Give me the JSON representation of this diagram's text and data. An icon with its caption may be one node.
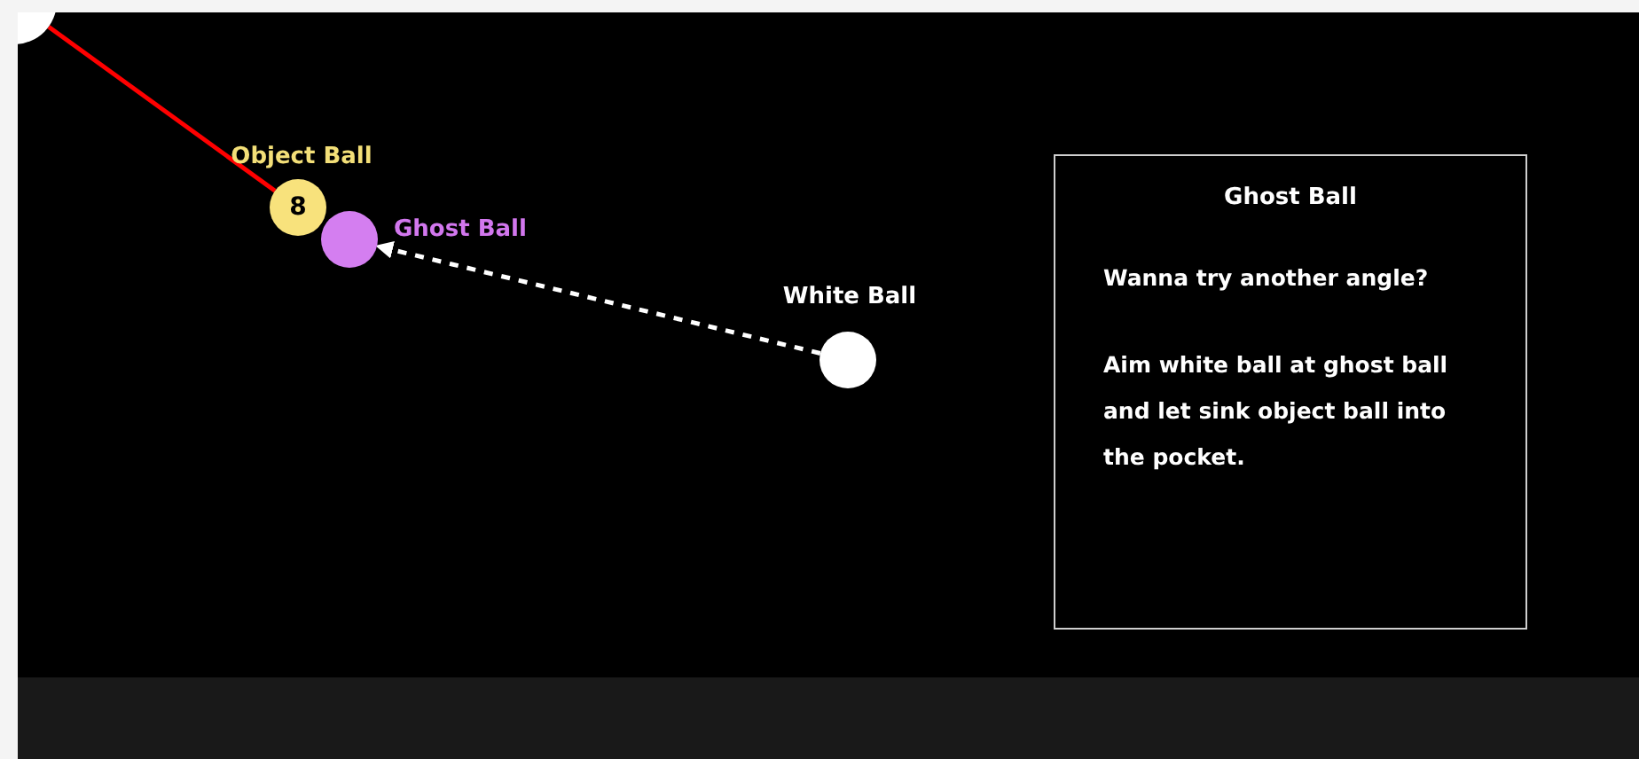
{
  "diagram": {
    "nodes": [
      {
        "text": [],
        "shape": "circle"
      },
      {
        "text": [
          "8"
        ],
        "beside": [
          "Object Ball"
        ]
      },
      {
        "text": [],
        "shape": "circle",
        "beside": [
          "Ghost Ball"
        ]
      },
      {
        "text": [],
        "shape": "circle",
        "beside": [
          "White Ball"
        ]
      },
      {
        "text": [
          "Ghost Ball",
          "Wanna try another angle?",
          "Aim white ball at ghost ball and let sink object ball into the pocket."
        ]
      }
    ],
    "edges": [
      {
        "from": 1,
        "to": 0,
        "arrow": "none",
        "color": "#ff0000"
      },
      {
        "from": 3,
        "to": 2,
        "arrow": "to",
        "style": "dashed",
        "color": "#ffffff"
      }
    ]
  }
}
